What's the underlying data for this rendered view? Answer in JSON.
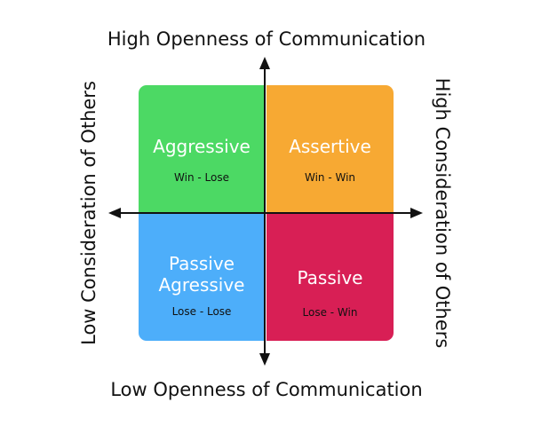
{
  "labels": {
    "top": "High Openness of Communication",
    "bottom": "Low Openness of Communication",
    "left": "Low Consideration of Others",
    "right": "High Consideration of Others"
  },
  "quadrants": [
    {
      "title": "Aggressive",
      "subtitle": "Win - Lose",
      "color": "#4cd964"
    },
    {
      "title": "Assertive",
      "subtitle": "Win - Win",
      "color": "#f7a933"
    },
    {
      "title": "Passive Agressive",
      "subtitle": "Lose - Lose",
      "color": "#4daefa"
    },
    {
      "title": "Passive",
      "subtitle": "Lose - Win",
      "color": "#d81f55"
    }
  ],
  "axis_color": "#111111"
}
